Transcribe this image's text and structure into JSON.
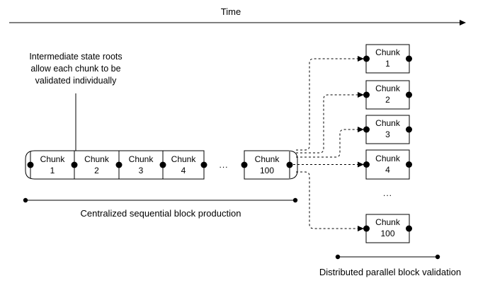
{
  "colors": {
    "background": "#ffffff",
    "line": "#000000"
  },
  "timeline": {
    "label": "Time"
  },
  "annotation": {
    "line1": "Intermediate state roots",
    "line2": "allow each chunk to be",
    "line3": "validated individually"
  },
  "production": {
    "chunks": [
      {
        "title": "Chunk",
        "number": "1"
      },
      {
        "title": "Chunk",
        "number": "2"
      },
      {
        "title": "Chunk",
        "number": "3"
      },
      {
        "title": "Chunk",
        "number": "4"
      }
    ],
    "ellipsis": "...",
    "final_chunk": {
      "title": "Chunk",
      "number": "100"
    },
    "caption": "Centralized sequential block production"
  },
  "validation": {
    "chunks": [
      {
        "title": "Chunk",
        "number": "1"
      },
      {
        "title": "Chunk",
        "number": "2"
      },
      {
        "title": "Chunk",
        "number": "3"
      },
      {
        "title": "Chunk",
        "number": "4"
      }
    ],
    "ellipsis": "...",
    "final_chunk": {
      "title": "Chunk",
      "number": "100"
    },
    "caption": "Distributed parallel block validation"
  }
}
